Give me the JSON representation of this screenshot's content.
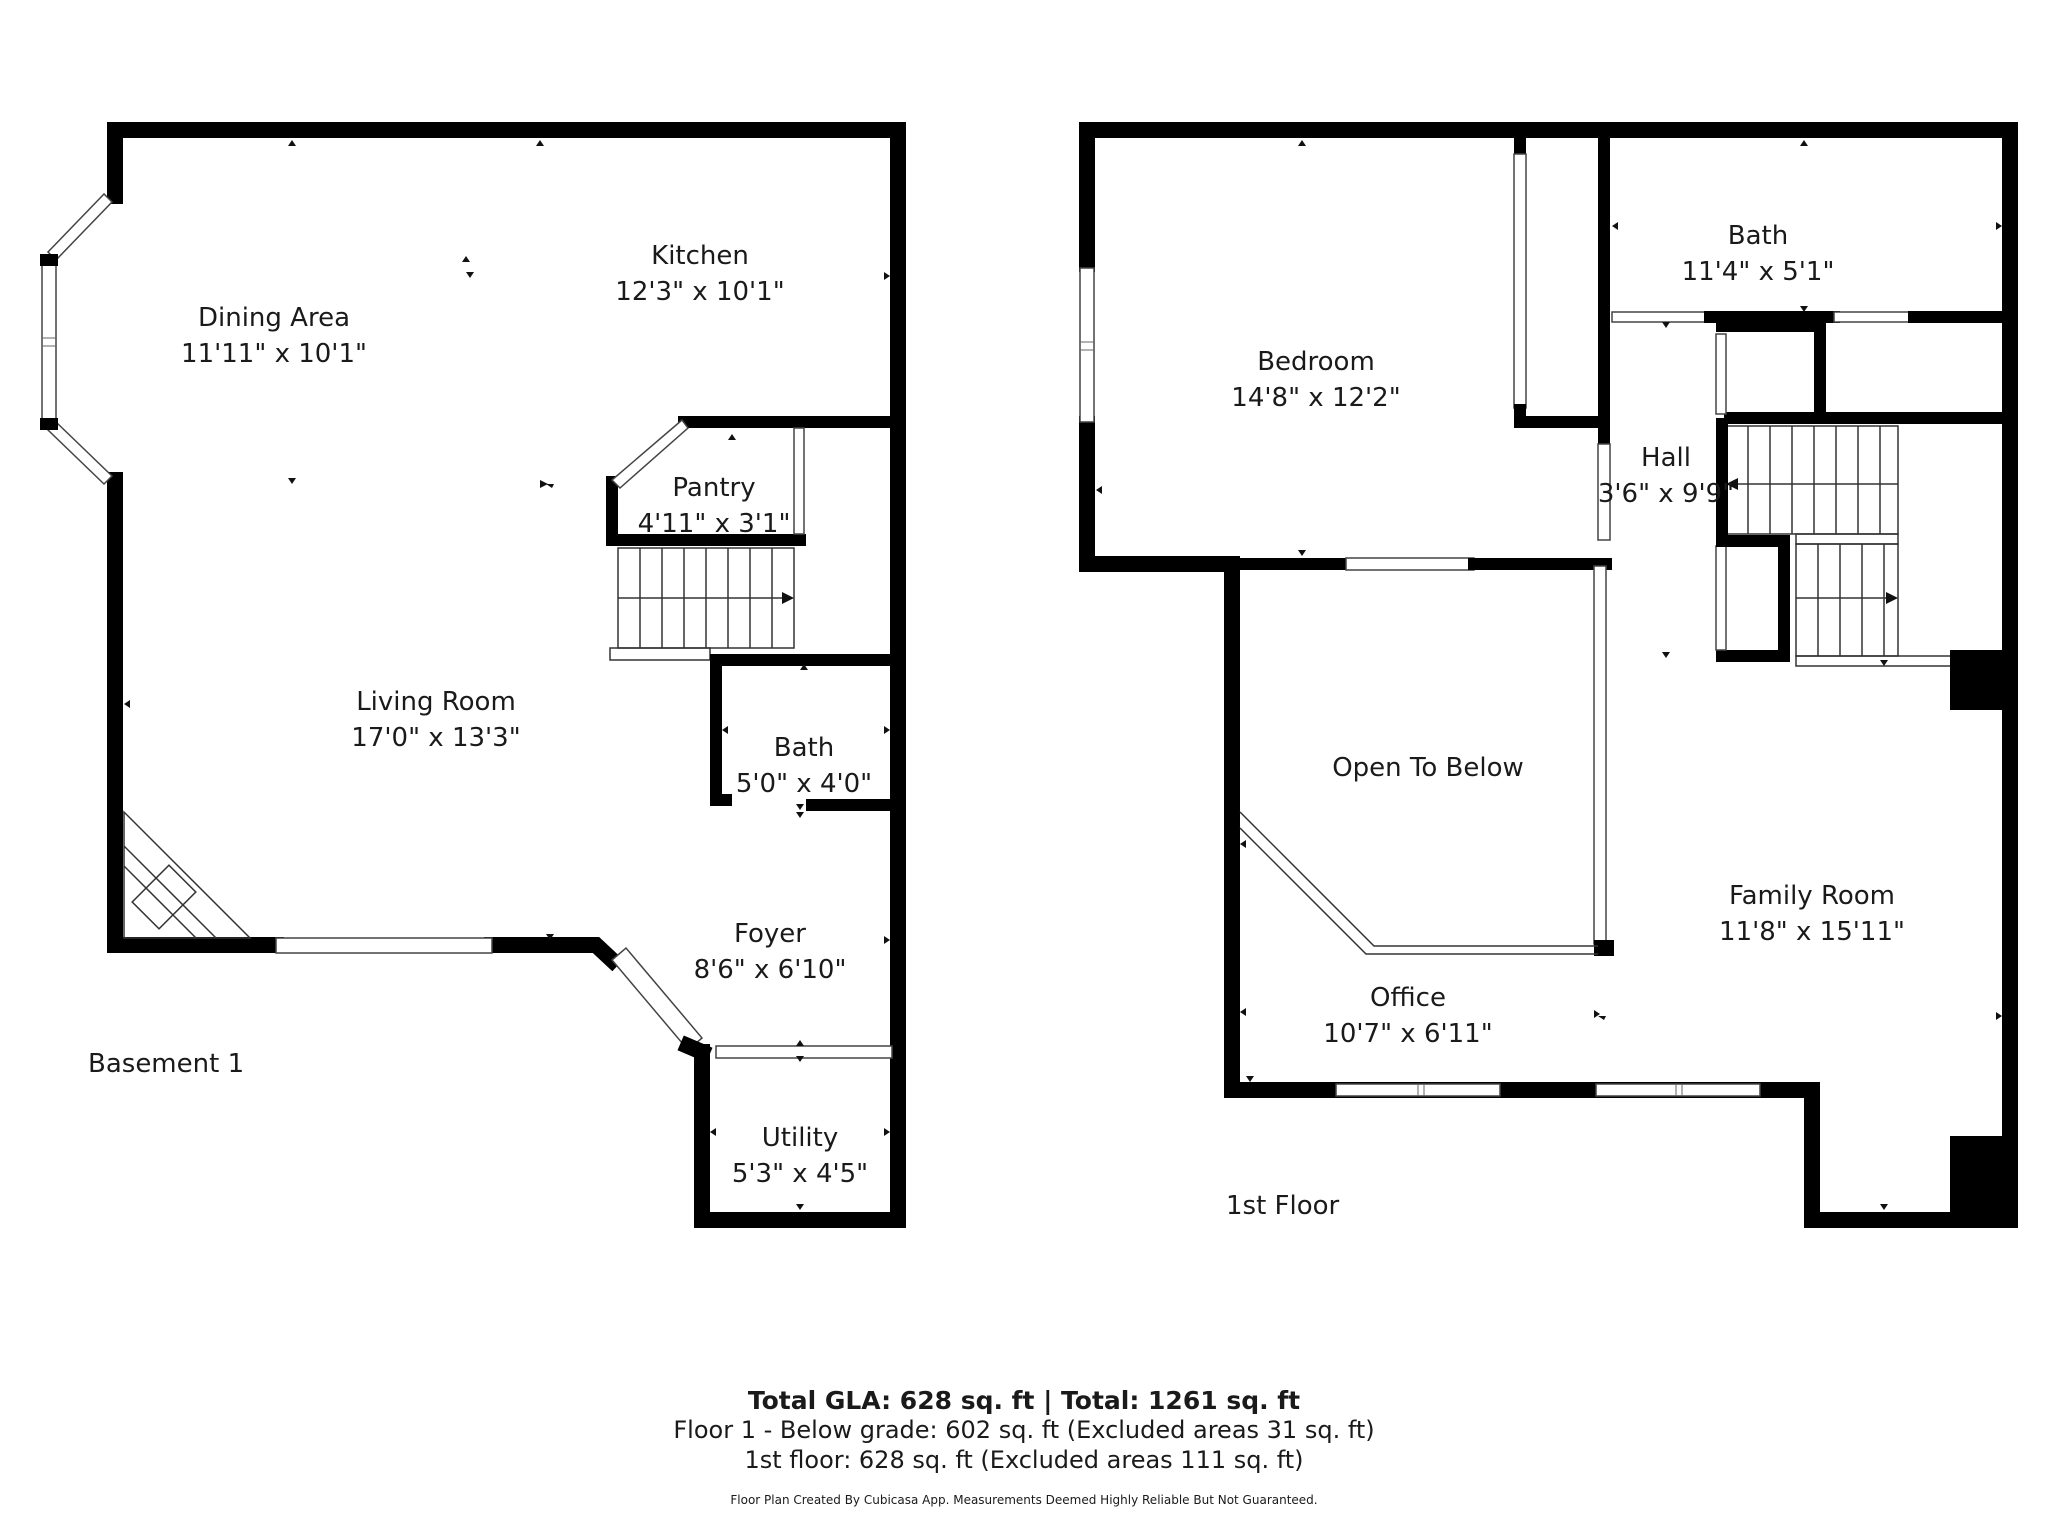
{
  "floors": [
    {
      "label": "Basement 1",
      "rooms": [
        {
          "name": "Dining Area",
          "dims": "11'11\" x 10'1\""
        },
        {
          "name": "Kitchen",
          "dims": "12'3\" x 10'1\""
        },
        {
          "name": "Pantry",
          "dims": "4'11\" x 3'1\""
        },
        {
          "name": "Living Room",
          "dims": "17'0\" x 13'3\""
        },
        {
          "name": "Bath",
          "dims": "5'0\" x 4'0\""
        },
        {
          "name": "Foyer",
          "dims": "8'6\" x 6'10\""
        },
        {
          "name": "Utility",
          "dims": "5'3\" x 4'5\""
        }
      ]
    },
    {
      "label": "1st Floor",
      "rooms": [
        {
          "name": "Bedroom",
          "dims": "14'8\" x 12'2\""
        },
        {
          "name": "Bath",
          "dims": "11'4\" x 5'1\""
        },
        {
          "name": "Hall",
          "dims": "3'6\" x 9'9\""
        },
        {
          "name": "Open To Below",
          "dims": ""
        },
        {
          "name": "Family Room",
          "dims": "11'8\" x 15'11\""
        },
        {
          "name": "Office",
          "dims": "10'7\" x 6'11\""
        }
      ]
    }
  ],
  "summary": {
    "total": "Total GLA: 628 sq. ft | Total: 1261 sq. ft",
    "floor1": "Floor 1 - Below grade: 602 sq. ft (Excluded areas 31 sq. ft)",
    "floor2": "1st floor: 628 sq. ft (Excluded areas 111 sq. ft)"
  },
  "credit": "Floor Plan Created By Cubicasa App. Measurements Deemed Highly Reliable But Not Guaranteed."
}
